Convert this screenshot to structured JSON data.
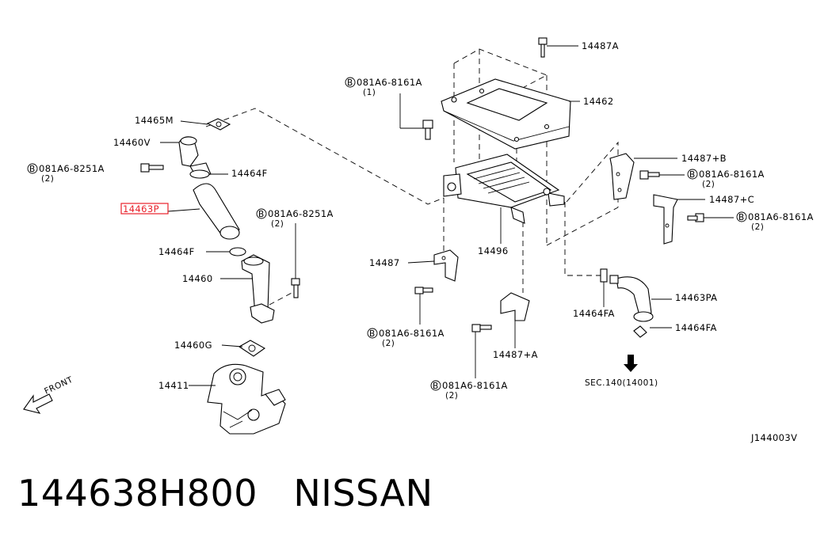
{
  "diagram_id": "J144003V",
  "footer": {
    "part_number": "144638H800",
    "brand": "NISSAN"
  },
  "front_label": "FRONT",
  "callouts": [
    {
      "id": "p14487A",
      "text": "14487A"
    },
    {
      "id": "b081A6_8161A_top",
      "text": "081A6-8161A",
      "qty": "(1)",
      "prefix": "B"
    },
    {
      "id": "p14462",
      "text": "14462"
    },
    {
      "id": "p14465M",
      "text": "14465M"
    },
    {
      "id": "p14460V",
      "text": "14460V"
    },
    {
      "id": "b081A6_8251A_left",
      "text": "081A6-8251A",
      "qty": "(2)",
      "prefix": "B"
    },
    {
      "id": "p14464F_top",
      "text": "14464F"
    },
    {
      "id": "p14463P",
      "text": "14463P",
      "highlight": true
    },
    {
      "id": "b081A6_8251A_mid",
      "text": "081A6-8251A",
      "qty": "(2)",
      "prefix": "B"
    },
    {
      "id": "p14464F_mid",
      "text": "14464F"
    },
    {
      "id": "p14460",
      "text": "14460"
    },
    {
      "id": "p14460G",
      "text": "14460G"
    },
    {
      "id": "p14411",
      "text": "14411"
    },
    {
      "id": "p14487",
      "text": "14487"
    },
    {
      "id": "p14496",
      "text": "14496"
    },
    {
      "id": "b081A6_8161A_low1",
      "text": "081A6-8161A",
      "qty": "(2)",
      "prefix": "B"
    },
    {
      "id": "p14487plusA",
      "text": "14487+A"
    },
    {
      "id": "b081A6_8161A_low2",
      "text": "081A6-8161A",
      "qty": "(2)",
      "prefix": "B"
    },
    {
      "id": "p14487plusB",
      "text": "14487+B"
    },
    {
      "id": "b081A6_8161A_r1",
      "text": "081A6-8161A",
      "qty": "(2)",
      "prefix": "B"
    },
    {
      "id": "p14487plusC",
      "text": "14487+C"
    },
    {
      "id": "b081A6_8161A_r2",
      "text": "081A6-8161A",
      "qty": "(2)",
      "prefix": "B"
    },
    {
      "id": "p14463PA",
      "text": "14463PA"
    },
    {
      "id": "p14464FA_left",
      "text": "14464FA"
    },
    {
      "id": "p14464FA_right",
      "text": "14464FA"
    },
    {
      "id": "sec140",
      "text": "SEC.140(14001)"
    }
  ],
  "colors": {
    "highlight": "#e8202a",
    "ink": "#000000"
  }
}
